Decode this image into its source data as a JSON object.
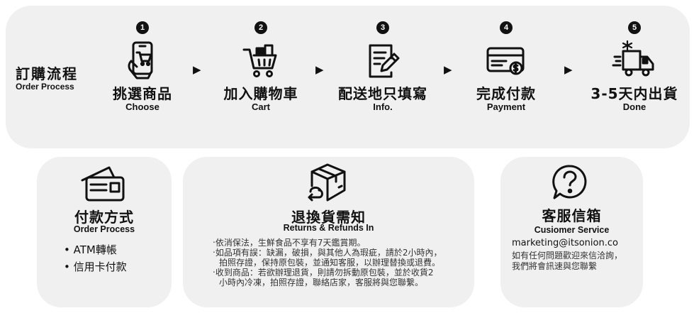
{
  "process": {
    "title_zh": "訂購流程",
    "title_en": "Order Process",
    "steps": [
      {
        "num": "1",
        "zh": "挑選商品",
        "en": "Choose",
        "icon": "phone-shopping-icon"
      },
      {
        "num": "2",
        "zh": "加入購物車",
        "en": "Cart",
        "icon": "cart-icon"
      },
      {
        "num": "3",
        "zh": "配送地只填寫",
        "en": "Info.",
        "icon": "form-edit-icon"
      },
      {
        "num": "4",
        "zh": "完成付款",
        "en": "Payment",
        "icon": "payment-card-icon"
      },
      {
        "num": "5",
        "zh": "3-5天内出貨",
        "en": "Done",
        "icon": "delivery-truck-icon"
      }
    ],
    "arrow": "▶"
  },
  "payment": {
    "title_zh": "付款方式",
    "title_en": "Order Process",
    "items": [
      "• ATM轉帳",
      "• 信用卡付款"
    ]
  },
  "returns": {
    "title_zh": "退換貨需知",
    "title_en": "Returns & Refunds In",
    "lines": [
      "‧依消保法，生鮮食品不享有7天鑑賞期。",
      "‧如品項有誤：缺漏，破損，與其他人為瑕疵，請於2小時內，",
      "拍照存證，保持原包裝，並通知客服，以辦理替換或退費。",
      "‧收到商品：若欲辦理退貨，則請勿拆動原包裝，並於收貨2",
      "小時內冷凍，拍照存證，聯絡店家，客服將與您聯繫。"
    ]
  },
  "service": {
    "title_zh": "客服信箱",
    "title_en": "Cusiomer Service",
    "email": "marketing@itsonion.co",
    "lines": [
      "如有任何問題歡迎來信洽詢，",
      "我們將會訊速與您聯繫"
    ]
  },
  "colors": {
    "panel": "#f0f0f0",
    "ink": "#111111"
  }
}
